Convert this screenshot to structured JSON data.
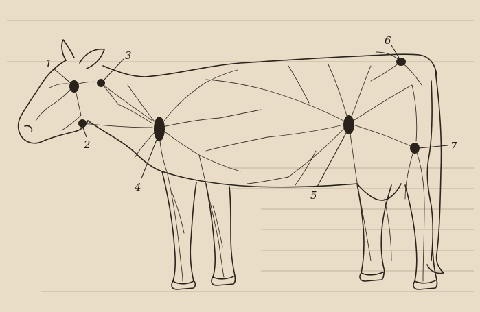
{
  "figure": {
    "labels": [
      "1",
      "2",
      "3",
      "4",
      "5",
      "6",
      "7"
    ]
  }
}
